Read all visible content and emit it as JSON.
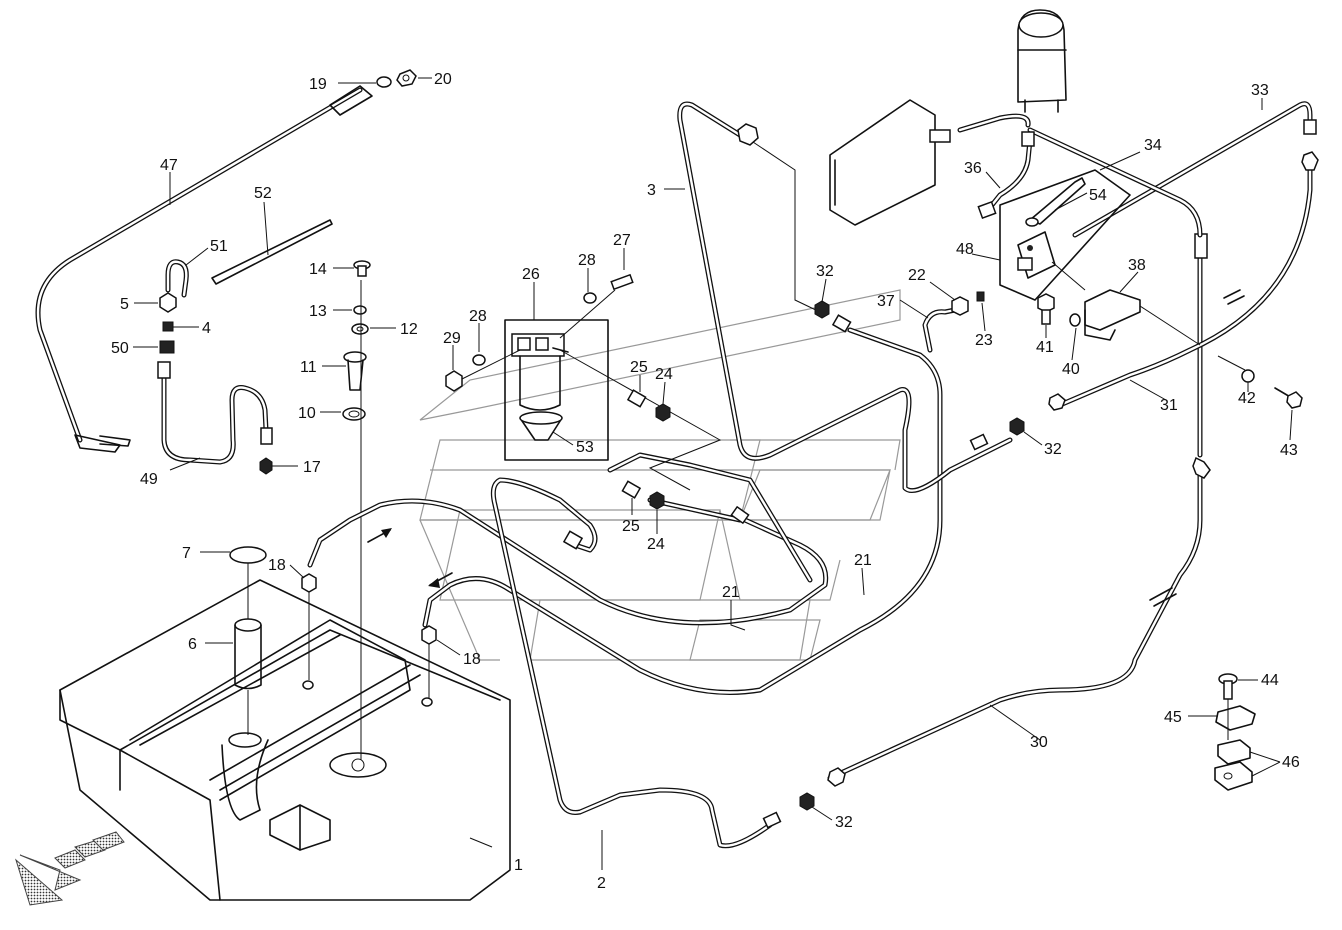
{
  "callouts": [
    {
      "id": "c1",
      "label": "1"
    },
    {
      "id": "c2",
      "label": "2"
    },
    {
      "id": "c3",
      "label": "3"
    },
    {
      "id": "c4",
      "label": "4"
    },
    {
      "id": "c5",
      "label": "5"
    },
    {
      "id": "c6",
      "label": "6"
    },
    {
      "id": "c7",
      "label": "7"
    },
    {
      "id": "c10",
      "label": "10"
    },
    {
      "id": "c11",
      "label": "11"
    },
    {
      "id": "c12",
      "label": "12"
    },
    {
      "id": "c13",
      "label": "13"
    },
    {
      "id": "c14",
      "label": "14"
    },
    {
      "id": "c17",
      "label": "17"
    },
    {
      "id": "c18a",
      "label": "18"
    },
    {
      "id": "c18b",
      "label": "18"
    },
    {
      "id": "c19",
      "label": "19"
    },
    {
      "id": "c20",
      "label": "20"
    },
    {
      "id": "c21a",
      "label": "21"
    },
    {
      "id": "c21b",
      "label": "21"
    },
    {
      "id": "c22",
      "label": "22"
    },
    {
      "id": "c23",
      "label": "23"
    },
    {
      "id": "c24a",
      "label": "24"
    },
    {
      "id": "c24b",
      "label": "24"
    },
    {
      "id": "c25a",
      "label": "25"
    },
    {
      "id": "c25b",
      "label": "25"
    },
    {
      "id": "c26",
      "label": "26"
    },
    {
      "id": "c27",
      "label": "27"
    },
    {
      "id": "c28a",
      "label": "28"
    },
    {
      "id": "c28b",
      "label": "28"
    },
    {
      "id": "c29",
      "label": "29"
    },
    {
      "id": "c30",
      "label": "30"
    },
    {
      "id": "c31",
      "label": "31"
    },
    {
      "id": "c32a",
      "label": "32"
    },
    {
      "id": "c32b",
      "label": "32"
    },
    {
      "id": "c32c",
      "label": "32"
    },
    {
      "id": "c33",
      "label": "33"
    },
    {
      "id": "c34",
      "label": "34"
    },
    {
      "id": "c36",
      "label": "36"
    },
    {
      "id": "c37",
      "label": "37"
    },
    {
      "id": "c38",
      "label": "38"
    },
    {
      "id": "c40",
      "label": "40"
    },
    {
      "id": "c41",
      "label": "41"
    },
    {
      "id": "c42",
      "label": "42"
    },
    {
      "id": "c43",
      "label": "43"
    },
    {
      "id": "c44",
      "label": "44"
    },
    {
      "id": "c45",
      "label": "45"
    },
    {
      "id": "c46",
      "label": "46"
    },
    {
      "id": "c47",
      "label": "47"
    },
    {
      "id": "c48",
      "label": "48"
    },
    {
      "id": "c49",
      "label": "49"
    },
    {
      "id": "c50",
      "label": "50"
    },
    {
      "id": "c51",
      "label": "51"
    },
    {
      "id": "c52",
      "label": "52"
    },
    {
      "id": "c53",
      "label": "53"
    },
    {
      "id": "c54",
      "label": "54"
    }
  ]
}
